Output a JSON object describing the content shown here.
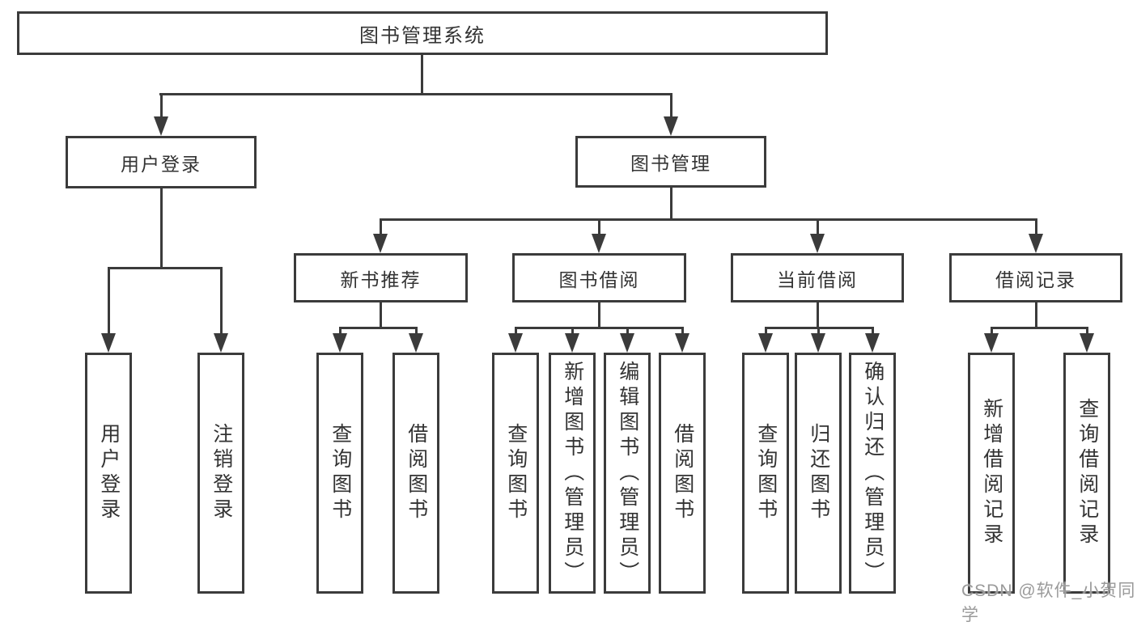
{
  "title": "图书管理系统",
  "tree": {
    "label": "图书管理系统",
    "children": [
      {
        "label": "用户登录",
        "children": [
          {
            "label": "用户登录"
          },
          {
            "label": "注销登录"
          }
        ]
      },
      {
        "label": "图书管理",
        "children": [
          {
            "label": "新书推荐",
            "children": [
              {
                "label": "查询图书"
              },
              {
                "label": "借阅图书"
              }
            ]
          },
          {
            "label": "图书借阅",
            "children": [
              {
                "label": "查询图书"
              },
              {
                "label": "新增图书（管理员）"
              },
              {
                "label": "编辑图书（管理员）"
              },
              {
                "label": "借阅图书"
              }
            ]
          },
          {
            "label": "当前借阅",
            "children": [
              {
                "label": "查询图书"
              },
              {
                "label": "归还图书"
              },
              {
                "label": "确认归还（管理员）"
              }
            ]
          },
          {
            "label": "借阅记录",
            "children": [
              {
                "label": "新增借阅记录"
              },
              {
                "label": "查询借阅记录"
              }
            ]
          }
        ]
      }
    ]
  },
  "watermark": "CSDN @软件_小贺同学",
  "colors": {
    "line": "#3b3b3b",
    "text": "#333333",
    "background": "#ffffff",
    "watermark": "#9a9a9a"
  }
}
